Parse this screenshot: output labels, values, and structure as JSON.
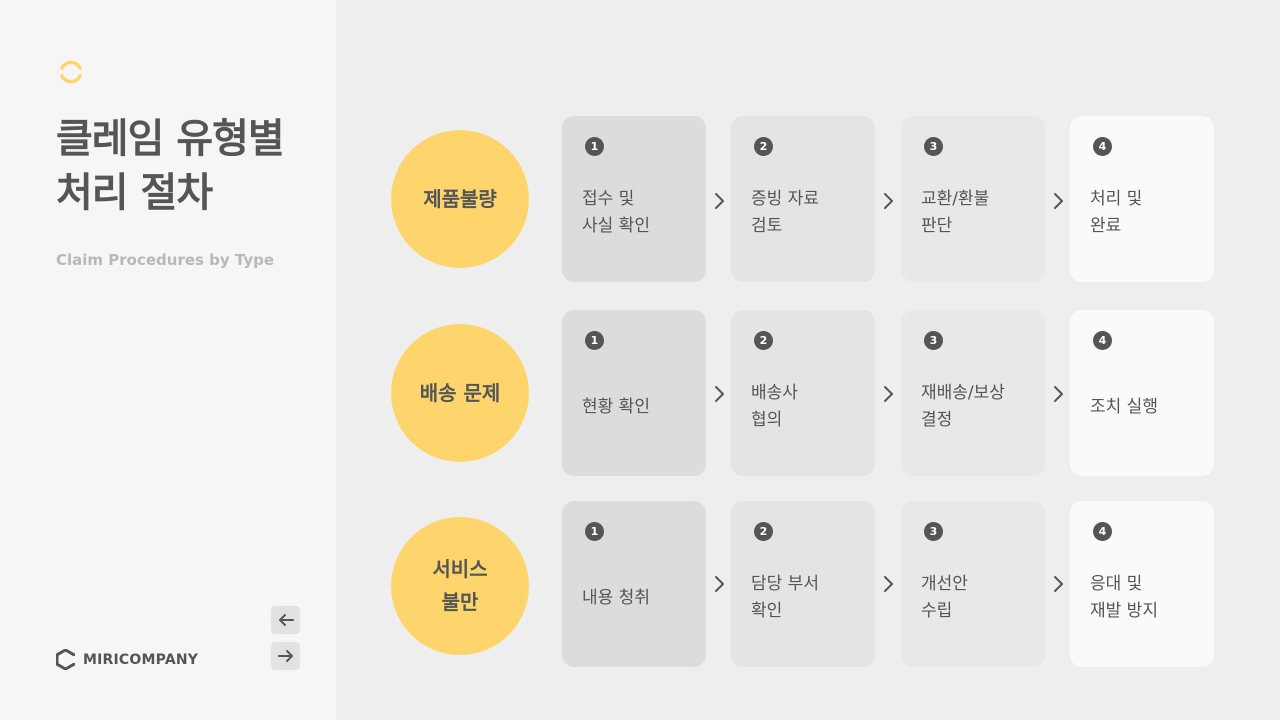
{
  "sidebar": {
    "title_line1": "클레임 유형별",
    "title_line2": "처리 절차",
    "subtitle": "Claim Procedures by Type",
    "brand": "MIRICOMPANY",
    "accent_color": "#fdd56c"
  },
  "rows": [
    {
      "category": "제품불량",
      "steps": [
        {
          "num": "1",
          "text": "접수 및\n사실 확인"
        },
        {
          "num": "2",
          "text": "증빙 자료\n검토"
        },
        {
          "num": "3",
          "text": "교환/환불\n판단"
        },
        {
          "num": "4",
          "text": "처리 및\n완료"
        }
      ]
    },
    {
      "category": "배송 문제",
      "steps": [
        {
          "num": "1",
          "text": "현황 확인"
        },
        {
          "num": "2",
          "text": "배송사\n협의"
        },
        {
          "num": "3",
          "text": "재배송/보상\n결정"
        },
        {
          "num": "4",
          "text": "조치 실행"
        }
      ]
    },
    {
      "category": "서비스\n불만",
      "steps": [
        {
          "num": "1",
          "text": "내용 청취"
        },
        {
          "num": "2",
          "text": "담당 부서\n확인"
        },
        {
          "num": "3",
          "text": "개선안\n수립"
        },
        {
          "num": "4",
          "text": "응대 및\n재발 방지"
        }
      ]
    }
  ]
}
